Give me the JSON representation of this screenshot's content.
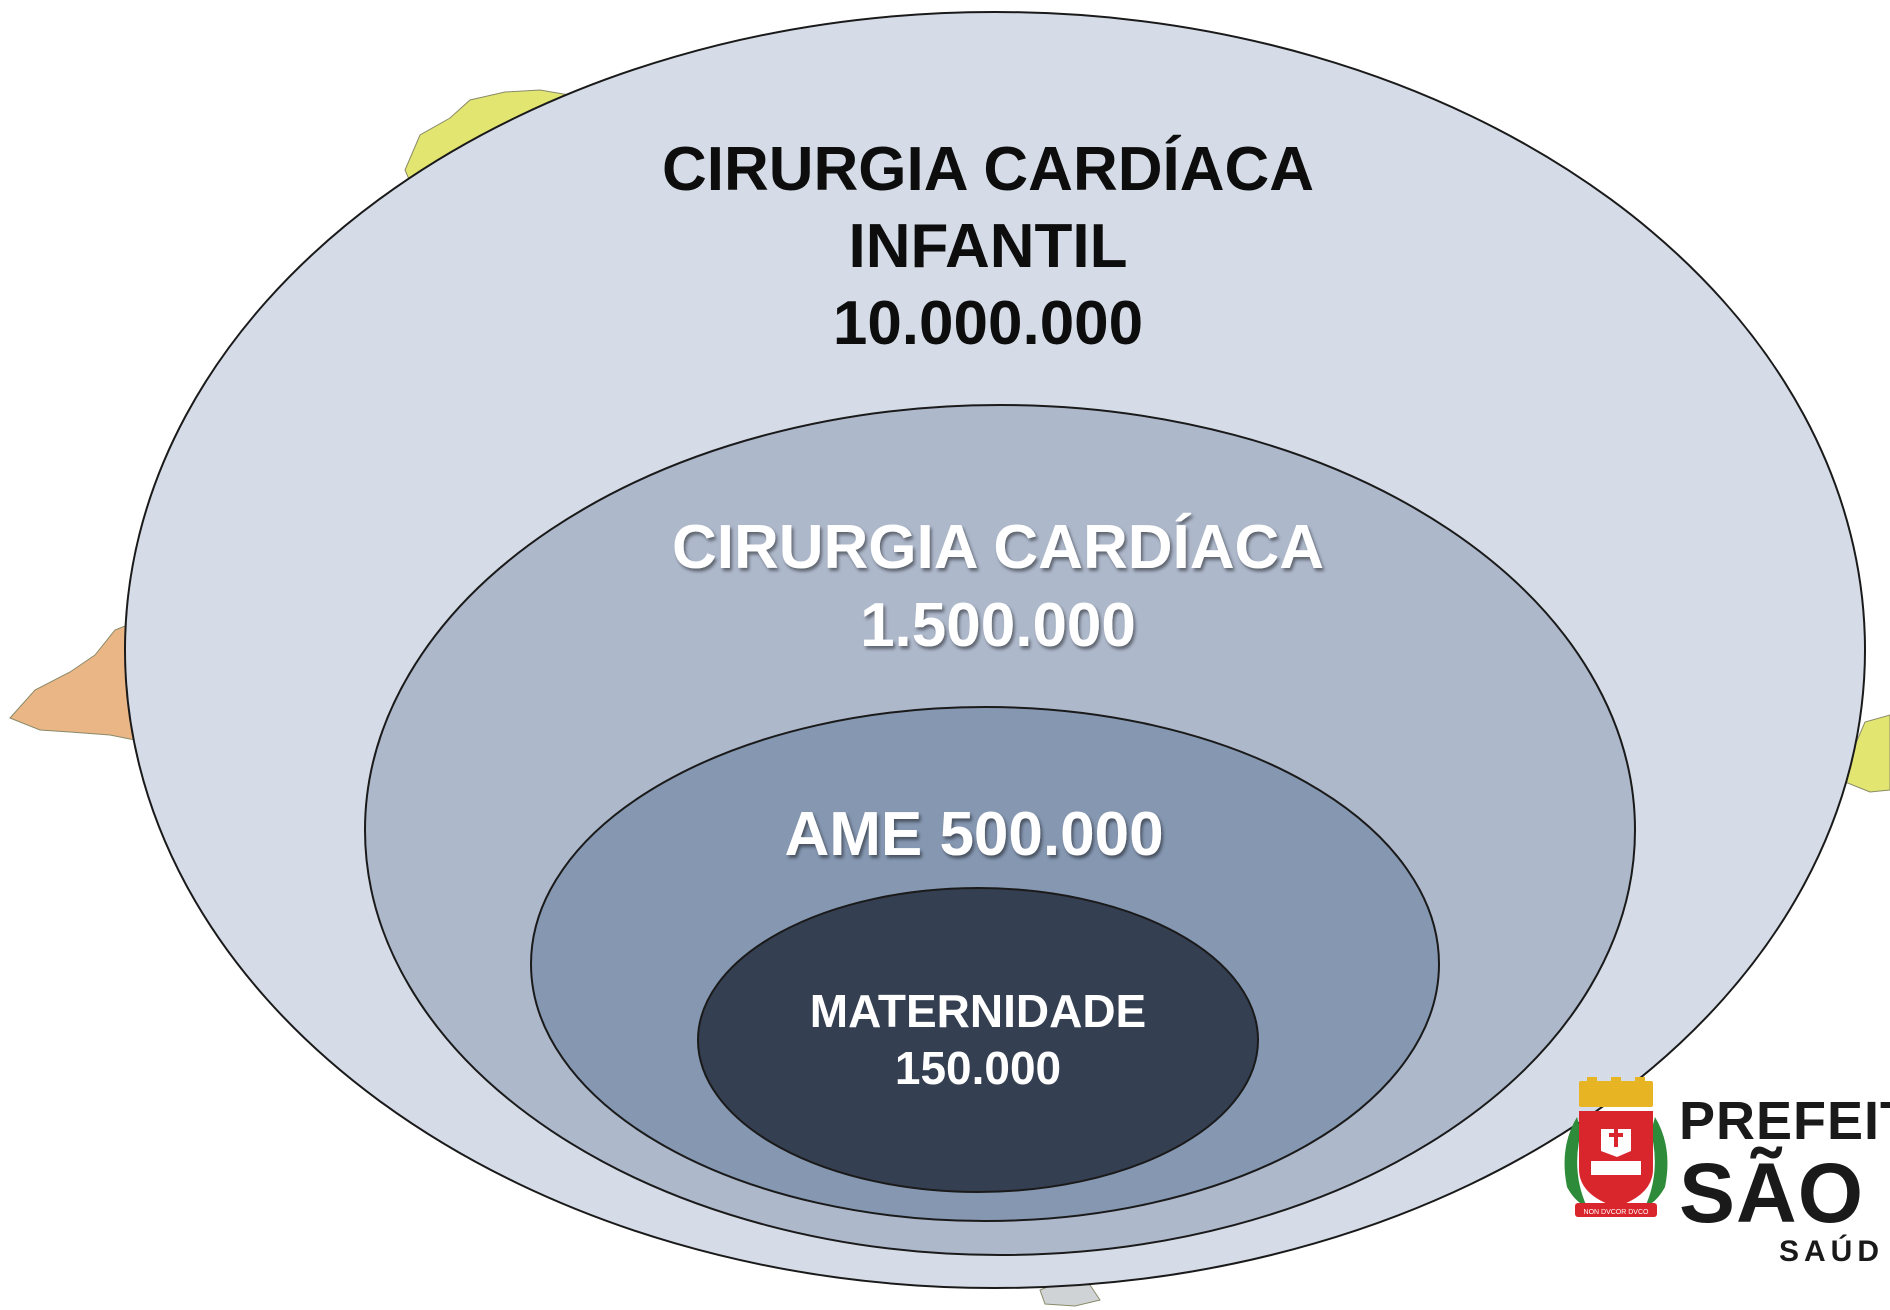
{
  "circles": [
    {
      "lines": [
        "CIRURGIA CARDÍACA",
        "INFANTIL",
        "10.000.000"
      ],
      "fill": "#d5dce7"
    },
    {
      "lines": [
        "CIRURGIA CARDÍACA",
        "1.500.000"
      ],
      "fill": "#adb8cb"
    },
    {
      "lines": [
        "AME 500.000"
      ],
      "fill": "#8597b1"
    },
    {
      "lines": [
        "MATERNIDADE",
        "150.000"
      ],
      "fill": "#353f52"
    }
  ],
  "logo": {
    "line1": "PREFEIT",
    "line2": "SÃO P",
    "line3": "SAÚD",
    "seal_text": "NON DVCOR DVCO"
  },
  "colors": {
    "map_green": "#e2e671",
    "map_orange": "#eab686",
    "stroke": "#1a1a1a",
    "seal_red": "#d9252c",
    "seal_gold": "#e7b423",
    "seal_green": "#2e8b3a"
  }
}
